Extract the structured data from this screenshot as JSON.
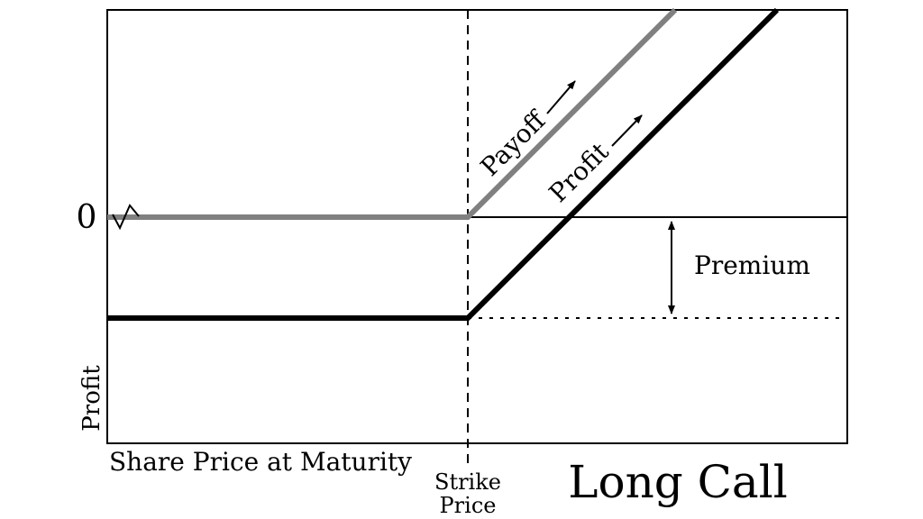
{
  "title": "Long Call",
  "y_axis": {
    "label": "Profit",
    "zero_label": "0"
  },
  "x_axis": {
    "label": "Share Price at Maturity",
    "strike_label_line1": "Strike",
    "strike_label_line2": "Price"
  },
  "annotations": {
    "payoff": "Payoff",
    "profit": "Profit",
    "premium": "Premium"
  },
  "colors": {
    "payoff_line": "#808080",
    "profit_line": "#000000",
    "frame": "#000000"
  }
}
